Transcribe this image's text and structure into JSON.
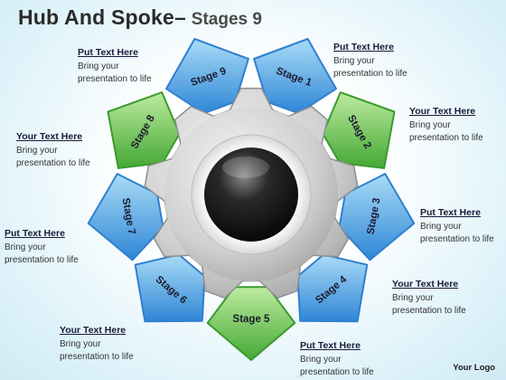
{
  "title": {
    "main": "Hub And Spoke",
    "dash": "–",
    "sub": "Stages 9"
  },
  "stages": [
    {
      "label": "Stage 1",
      "color": "blue"
    },
    {
      "label": "Stage 2",
      "color": "green"
    },
    {
      "label": "Stage 3",
      "color": "blue"
    },
    {
      "label": "Stage 4",
      "color": "blue"
    },
    {
      "label": "Stage 5",
      "color": "green"
    },
    {
      "label": "Stage 6",
      "color": "blue"
    },
    {
      "label": "Stage 7",
      "color": "blue"
    },
    {
      "label": "Stage 8",
      "color": "green"
    },
    {
      "label": "Stage 9",
      "color": "blue"
    }
  ],
  "callouts": [
    {
      "heading": "Put Text Here",
      "body": "Bring your presentation to life"
    },
    {
      "heading": "Your Text Here",
      "body": "Bring your presentation to life"
    },
    {
      "heading": "Put Text Here",
      "body": "Bring your presentation to life"
    },
    {
      "heading": "Your Text Here",
      "body": "Bring your presentation to life"
    },
    {
      "heading": "Put Text Here",
      "body": "Bring your presentation to life"
    },
    {
      "heading": "Your Text Here",
      "body": "Bring your presentation to life"
    },
    {
      "heading": "Put Text Here",
      "body": "Bring your presentation to life"
    },
    {
      "heading": "Your Text Here",
      "body": "Bring your presentation to life"
    },
    {
      "heading": "Put Text Here",
      "body": "Bring your presentation to life"
    }
  ],
  "logo": "Your Logo",
  "colors": {
    "blue_light": "#8fd0f4",
    "blue_dark": "#2f7fd0",
    "green_light": "#a9e48c",
    "green_dark": "#3b9a2f",
    "gear": "#c8c8c8",
    "hub": "#1a1a1a"
  }
}
